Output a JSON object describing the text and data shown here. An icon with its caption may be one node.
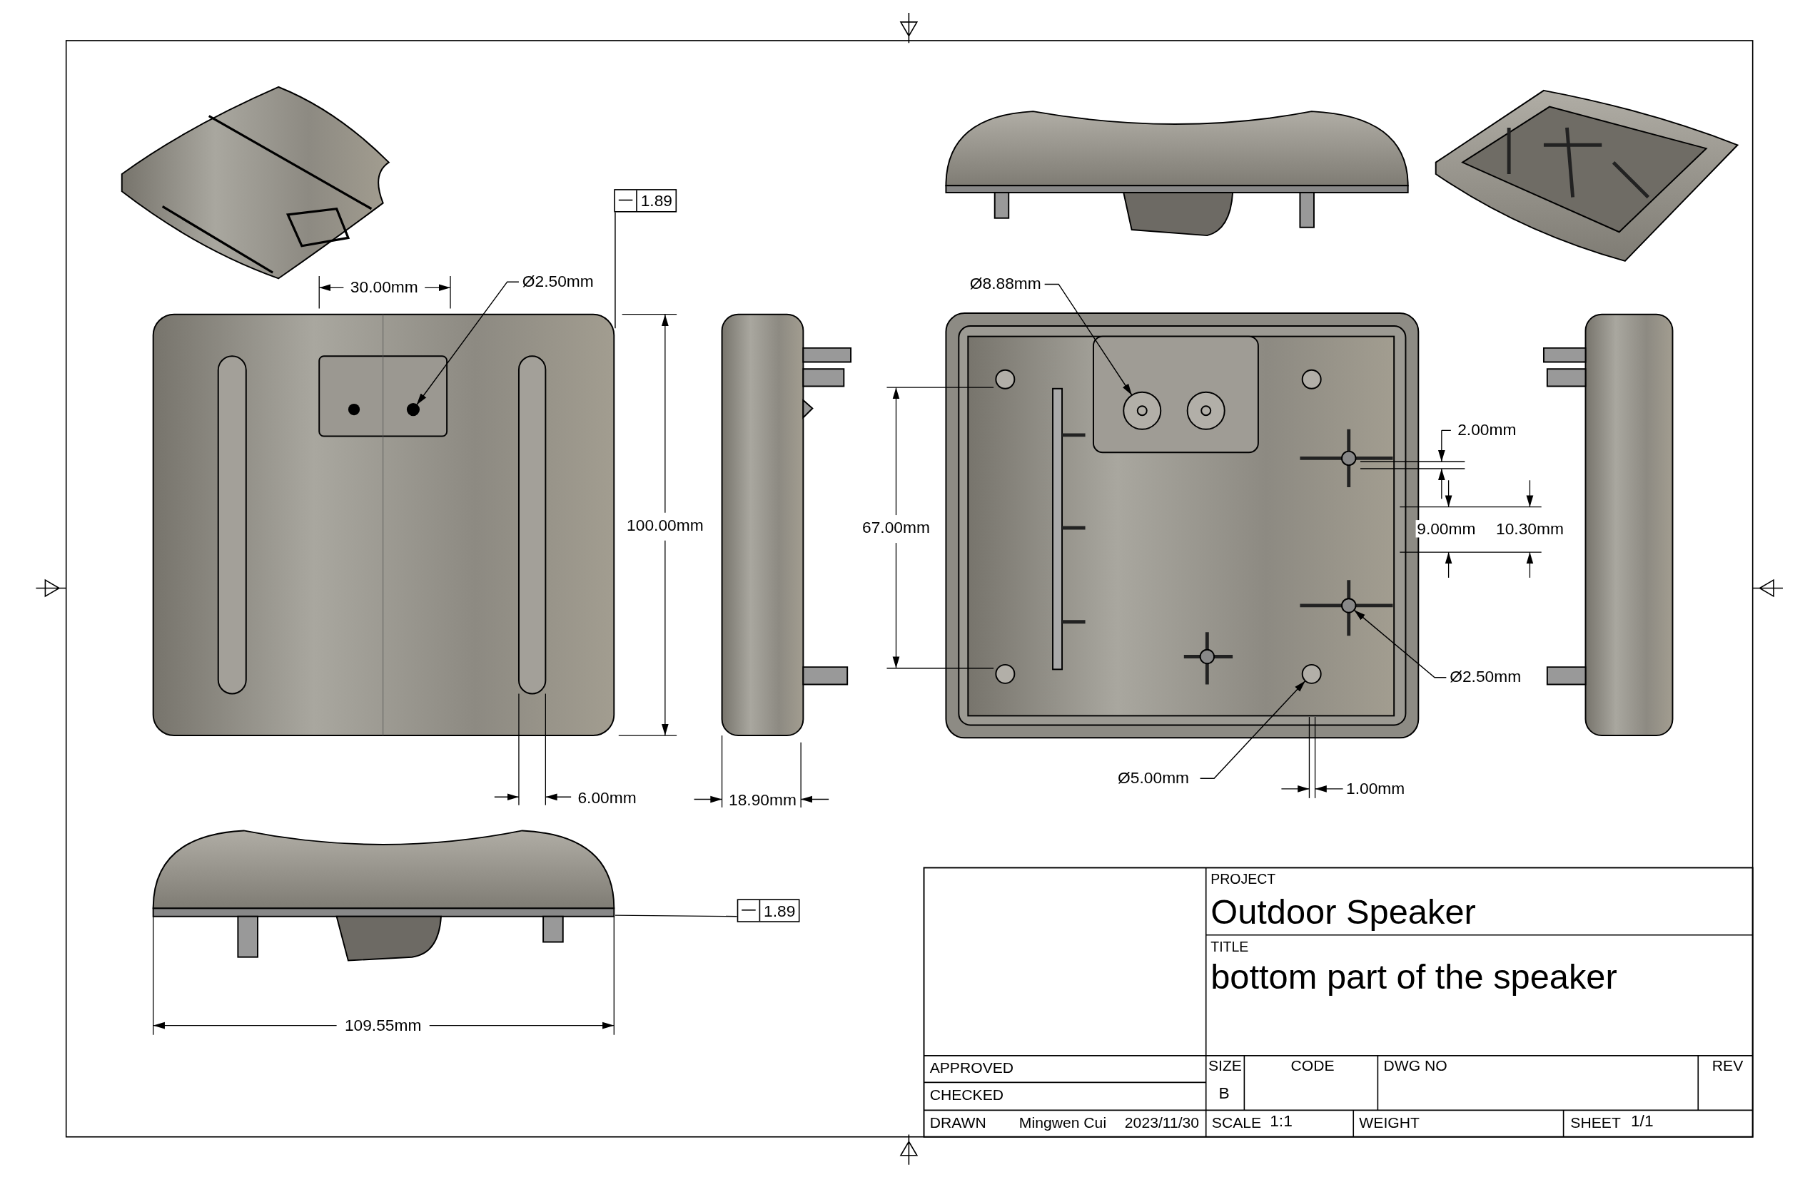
{
  "diagram": {
    "nodes": [
      {
        "text": [
          "Ø2.50mm"
        ]
      },
      {
        "text": [],
        "shape": "circle",
        "in": 10
      },
      {
        "text": [
          "Ø8.88mm"
        ]
      },
      {
        "text": [],
        "shape": "circle"
      },
      {
        "text": [
          "Ø2.50mm"
        ]
      },
      {
        "text": [],
        "shape": "circle"
      },
      {
        "text": [
          "Ø5.00mm"
        ]
      },
      {
        "text": [],
        "shape": "circle"
      },
      {
        "text": [
          "1.89"
        ]
      },
      {
        "text": [
          "1.89"
        ]
      },
      {
        "text": [],
        "shape": "picture"
      },
      {
        "text": [],
        "shape": "picture"
      }
    ],
    "edges": [
      {
        "from": 0,
        "to": 1,
        "arrow": "to"
      },
      {
        "from": 2,
        "to": 3,
        "arrow": "to"
      },
      {
        "from": 4,
        "to": 5,
        "arrow": "to"
      },
      {
        "from": 6,
        "to": 7,
        "arrow": "to"
      },
      {
        "from": 8,
        "to": 10,
        "arrow": "none"
      },
      {
        "from": 9,
        "to": 11,
        "arrow": "none"
      }
    ],
    "labels": [
      "30.00mm",
      "100.00mm",
      "67.00mm",
      "2.00mm",
      "9.00mm",
      "10.30mm",
      "6.00mm",
      "18.90mm",
      "1.00mm",
      "109.55mm",
      "PROJECT",
      "Outdoor Speaker",
      "TITLE",
      "bottom part of the speaker",
      "APPROVED",
      "SIZE",
      "CODE",
      "DWG NO",
      "REV",
      "CHECKED",
      "B",
      "DRAWN",
      "Mingwen Cui",
      "2023/11/30",
      "SCALE",
      "1:1",
      "WEIGHT",
      "SHEET",
      "1/1"
    ]
  }
}
